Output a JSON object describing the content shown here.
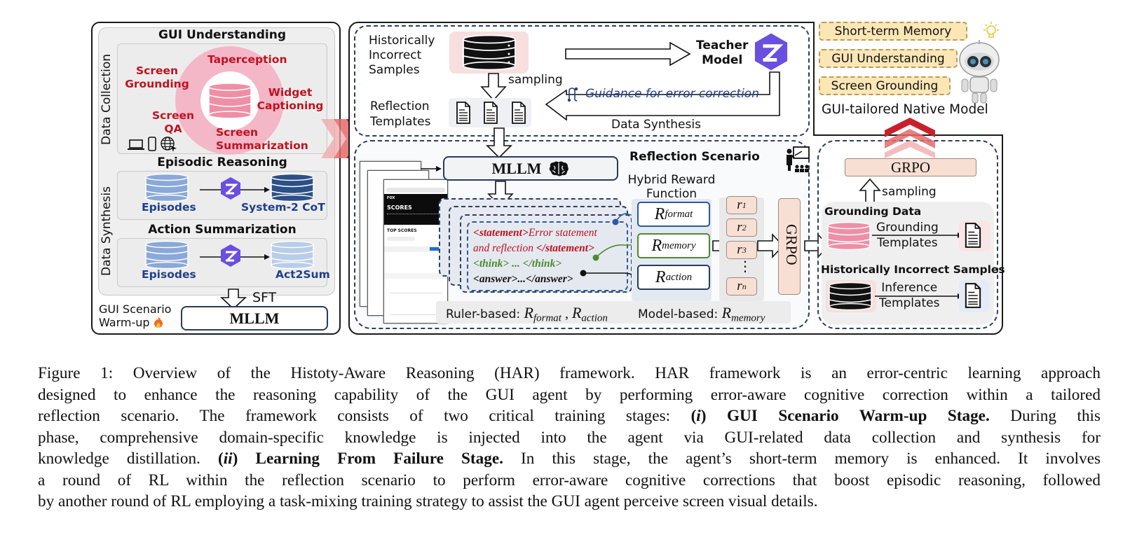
{
  "figure": {
    "left_panel": {
      "gui_understanding": {
        "title": "GUI Understanding",
        "side_label": "Data Collection",
        "tasks": [
          "Taperception",
          "Screen Grounding",
          "Widget Captioning",
          "Screen QA",
          "Screen Summarization"
        ],
        "task_color": "#c0121f",
        "devices": [
          "laptop-icon",
          "phone-icon",
          "globe-icon"
        ]
      },
      "data_synthesis": {
        "side_label": "Data Synthesis",
        "episodic_reasoning": {
          "title": "Episodic Reasoning",
          "source": "Episodes",
          "target": "System-2 CoT"
        },
        "action_summarization": {
          "title": "Action Summarization",
          "source": "Episodes",
          "target": "Act2Sum"
        }
      },
      "sft_label": "SFT",
      "stage_label_line1": "GUI Scenario",
      "stage_label_line2": "Warm-up",
      "stage_icon": "fire-icon",
      "model_label": "MLLM"
    },
    "top_section": {
      "samples_label_lines": [
        "Historically",
        "Incorrect",
        "Samples"
      ],
      "sampling_label": "sampling",
      "teacher_label_lines": [
        "Teacher",
        "Model"
      ],
      "guidance_label": "Guidance for error correction",
      "templates_label_lines": [
        "Reflection",
        "Templates"
      ],
      "synthesis_label": "Data Synthesis"
    },
    "reflection_section": {
      "title": "Reflection Scenario",
      "model_label": "MLLM",
      "phone_screen": {
        "heading": "SCORES",
        "section": "TOP SCORES"
      },
      "output_template": {
        "statement_open": "<statement>",
        "statement_text_1": "Error statement",
        "statement_text_2": "and reflection ",
        "statement_close": "</statement>",
        "think": "<think> ... </think>",
        "answer": "<answer>...</answer>"
      },
      "reward_title_lines": [
        "Hybrid Reward",
        "Function"
      ],
      "rewards": [
        {
          "R": "R",
          "sub": "format",
          "color": "#2c5aa0"
        },
        {
          "R": "R",
          "sub": "memory",
          "color": "#4e8a2e"
        },
        {
          "R": "R",
          "sub": "action",
          "color": "#111111"
        }
      ],
      "r_values": [
        {
          "r": "r",
          "sub": "1"
        },
        {
          "r": "r",
          "sub": "2"
        },
        {
          "r": "r",
          "sub": "3"
        },
        {
          "r": "⋮",
          "sub": ""
        },
        {
          "r": "r",
          "sub": "n"
        }
      ],
      "optimizer_label": "GRPO",
      "ruler_based_prefix": "Ruler-based: ",
      "ruler_based_terms": [
        {
          "R": "R",
          "sub": "format"
        },
        {
          "R": "R",
          "sub": "action"
        }
      ],
      "model_based_prefix": "Model-based: ",
      "model_based_term": {
        "R": "R",
        "sub": "memory"
      }
    },
    "right_section": {
      "capabilities": [
        "Short-term Memory",
        "GUI Understanding",
        "Screen Grounding"
      ],
      "model_title": "GUI-tailored Native Model",
      "optimizer_label": "GRPO",
      "sampling_label": "sampling",
      "grounding_title": "Grounding Data",
      "grounding_templates_lines": [
        "Grounding",
        "Templates"
      ],
      "incorrect_title": "Historically Incorrect Samples",
      "inference_templates_lines": [
        "Inference",
        "Templates"
      ]
    },
    "colors": {
      "accent_red": "#c8202a",
      "pink_db": "#ef8fa6",
      "blue_db": "#8aa8d8",
      "dark_blue_db": "#2c4f86",
      "light_blue_db": "#b9cde8",
      "teacher_purple": "#6a4fe0",
      "peach": "#f8dfd3",
      "memory_yellow": "#fbe6b6"
    }
  },
  "caption": {
    "lines": [
      [
        {
          "t": "Figure 1: Overview of the Histoty-Aware Reasoning (HAR) framework. HAR framework is an error-centric learning approach"
        }
      ],
      [
        {
          "t": "designed to enhance the reasoning capability of the GUI agent by performing error-aware cognitive correction within a tailored"
        }
      ],
      [
        {
          "t": "reflection scenario. The framework consists of two critical training stages: "
        },
        {
          "t": "(",
          "s": "b"
        },
        {
          "t": "i",
          "s": "bi"
        },
        {
          "t": ")",
          "s": "b"
        },
        {
          "t": " "
        },
        {
          "t": "GUI Scenario Warm-up Stage.",
          "s": "b"
        },
        {
          "t": " During this"
        }
      ],
      [
        {
          "t": "phase, comprehensive domain-specific knowledge is injected into the agent via GUI-related data collection and synthesis for"
        }
      ],
      [
        {
          "t": "knowledge distillation. "
        },
        {
          "t": "(",
          "s": "b"
        },
        {
          "t": "ii",
          "s": "bi"
        },
        {
          "t": ")",
          "s": "b"
        },
        {
          "t": " "
        },
        {
          "t": "Learning From Failure Stage.",
          "s": "b"
        },
        {
          "t": " In this stage, the agent’s short-term memory is enhanced. It involves"
        }
      ],
      [
        {
          "t": "a round of RL within the reflection scenario to perform error-aware cognitive corrections that boost episodic reasoning, followed"
        }
      ],
      [
        {
          "t": "by another round of RL employing a task-mixing training strategy to assist the GUI agent perceive screen visual details."
        }
      ]
    ]
  }
}
